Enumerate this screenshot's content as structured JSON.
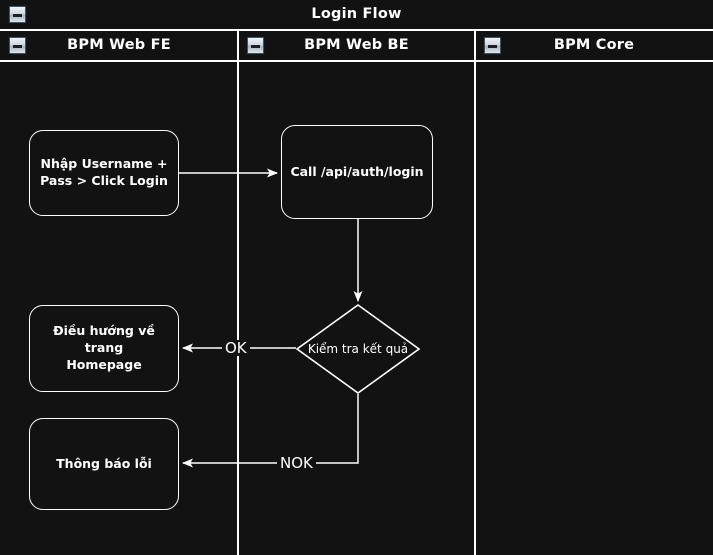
{
  "diagram": {
    "pool_title": "Login Flow",
    "background_color": "#121212",
    "line_color": "#ffffff",
    "lanes": [
      {
        "id": "lane-fe",
        "label": "BPM Web FE",
        "collapse_icon": "minus-icon"
      },
      {
        "id": "lane-be",
        "label": "BPM Web BE",
        "collapse_icon": "minus-icon"
      },
      {
        "id": "lane-core",
        "label": "BPM Core",
        "collapse_icon": "minus-icon"
      }
    ],
    "pool_collapse_icon": "minus-icon",
    "nodes": [
      {
        "id": "task-input-credentials",
        "type": "task",
        "lane": "lane-fe",
        "label": "Nhập Username +\nPass > Click Login"
      },
      {
        "id": "task-call-login-api",
        "type": "task",
        "lane": "lane-be",
        "label": "Call /api/auth/login"
      },
      {
        "id": "gateway-check-result",
        "type": "gateway",
        "lane": "lane-be",
        "label": "Kiểm tra kết quả"
      },
      {
        "id": "task-redirect-homepage",
        "type": "task",
        "lane": "lane-fe",
        "label": "Điều hướng về trang\nHomepage"
      },
      {
        "id": "task-show-error",
        "type": "task",
        "lane": "lane-fe",
        "label": "Thông báo lỗi"
      }
    ],
    "edges": [
      {
        "id": "edge-input-to-call",
        "from": "task-input-credentials",
        "to": "task-call-login-api",
        "label": ""
      },
      {
        "id": "edge-call-to-gateway",
        "from": "task-call-login-api",
        "to": "gateway-check-result",
        "label": ""
      },
      {
        "id": "edge-gateway-ok",
        "from": "gateway-check-result",
        "to": "task-redirect-homepage",
        "label": "OK"
      },
      {
        "id": "edge-gateway-nok",
        "from": "gateway-check-result",
        "to": "task-show-error",
        "label": "NOK"
      }
    ]
  }
}
